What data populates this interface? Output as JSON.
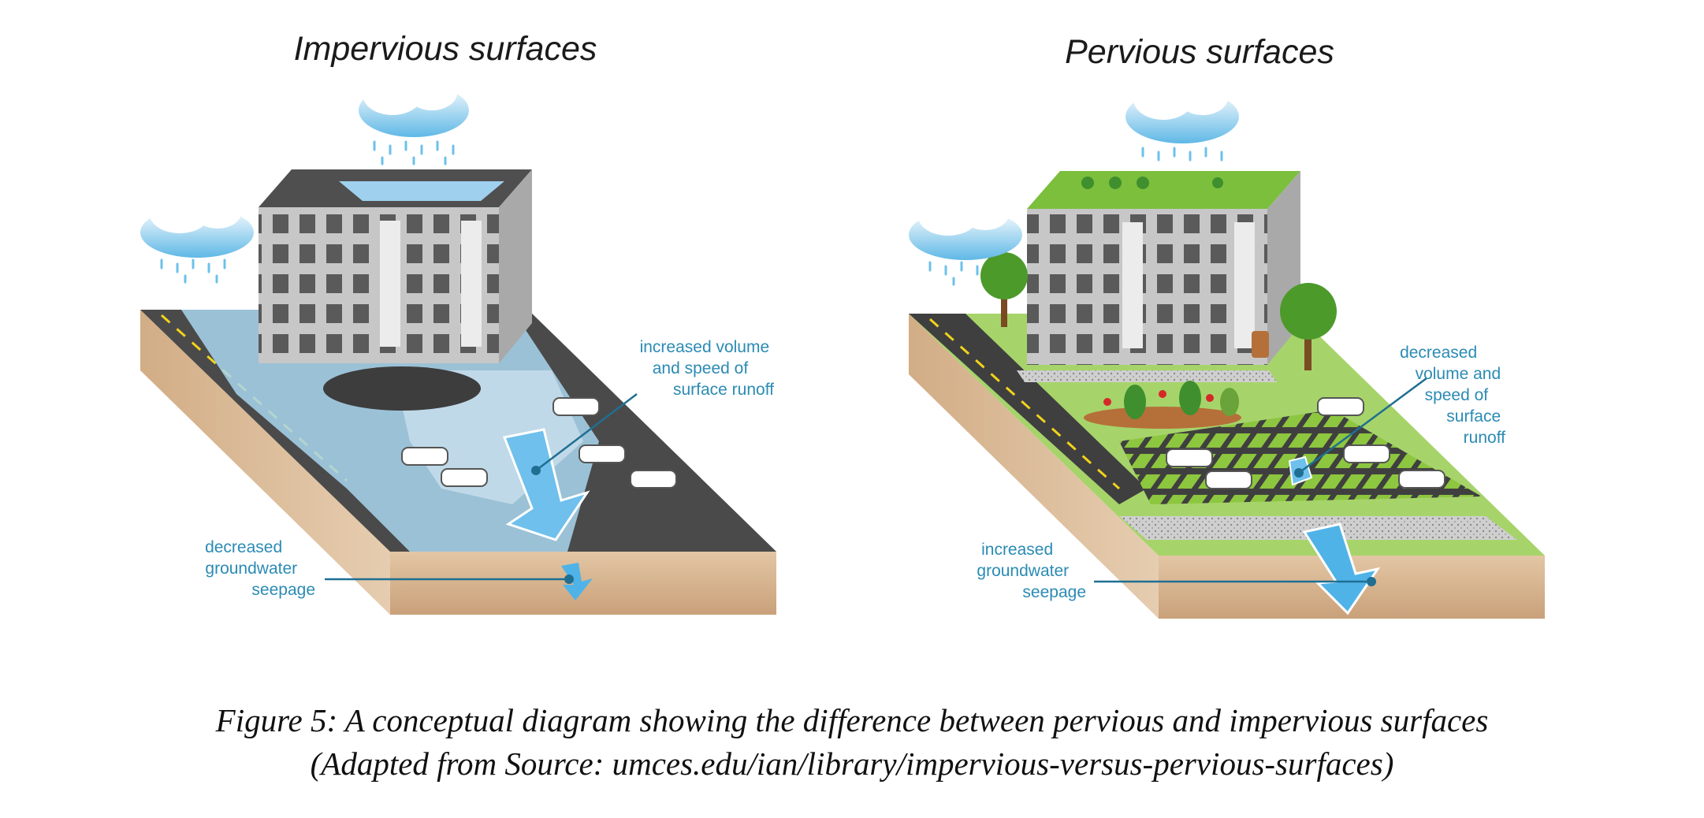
{
  "panels": [
    {
      "title": "Impervious surfaces",
      "runoff_label": [
        "increased volume",
        "and speed of",
        "surface runoff"
      ],
      "seepage_label": [
        "decreased",
        "groundwater",
        "seepage"
      ]
    },
    {
      "title": "Pervious surfaces",
      "runoff_label": [
        "decreased",
        "volume and",
        "speed of",
        "surface",
        "runoff"
      ],
      "seepage_label": [
        "increased",
        "groundwater",
        "seepage"
      ]
    }
  ],
  "caption": {
    "line1": "Figure 5: A conceptual diagram showing the difference between pervious and impervious surfaces",
    "line2": "(Adapted from Source: umces.edu/ian/library/impervious-versus-pervious-surfaces)"
  },
  "colors": {
    "callout_text": "#2b8bb4",
    "water": "#7cc4ea",
    "asphalt": "#4a4a4a",
    "soil": "#d9b896",
    "grass": "#8dc63f",
    "building": "#c9c9c9"
  }
}
